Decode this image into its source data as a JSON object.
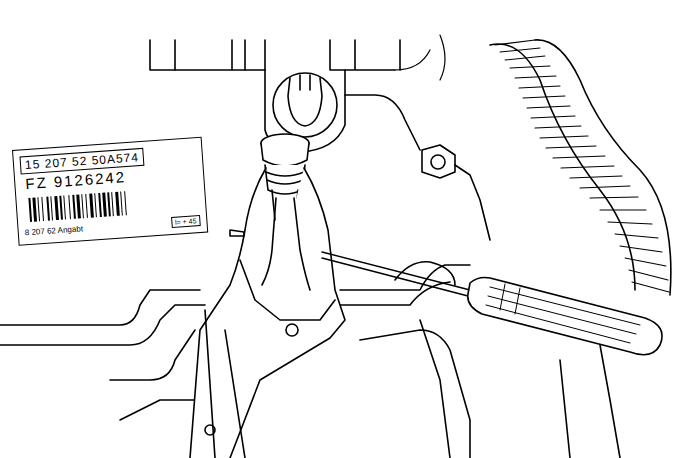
{
  "diagram": {
    "nodes": [
      {
        "text": [
          "15 207 52 50A574",
          "FZ 9126242",
          "8 207 62 Angabt",
          "l= + 45"
        ]
      }
    ]
  }
}
